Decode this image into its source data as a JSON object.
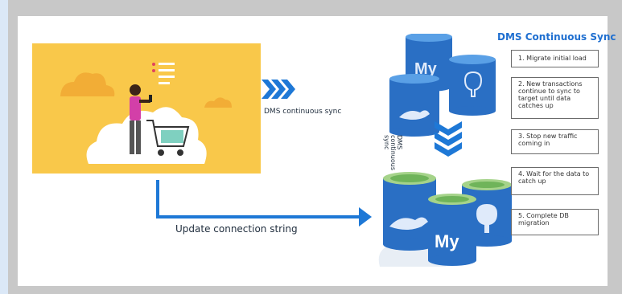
{
  "diagram": {
    "title": "DMS Continuous Sync",
    "chevron_label": "DMS continuous sync",
    "vertical_label": [
      "DMS",
      "continuous",
      "sync"
    ],
    "connection_label": "Update connection string",
    "steps": [
      "1. Migrate initial load",
      "2. New transactions continue to sync to target until data catches up",
      "3. Stop new traffic coming in",
      "4. Wait for the data to catch up",
      "5. Complete DB migration"
    ],
    "source_db_logos": [
      "My",
      "postgres-elephant",
      "mariadb-seal"
    ],
    "target_db_logos": [
      "mariadb-seal",
      "My",
      "postgres-elephant"
    ]
  },
  "colors": {
    "accent_blue": "#1e78d6",
    "scene_yellow": "#f9c84a",
    "db_blue": "#2a6fc4",
    "db_green_top": "#a5d38a",
    "title_blue": "#1f6fd0"
  }
}
